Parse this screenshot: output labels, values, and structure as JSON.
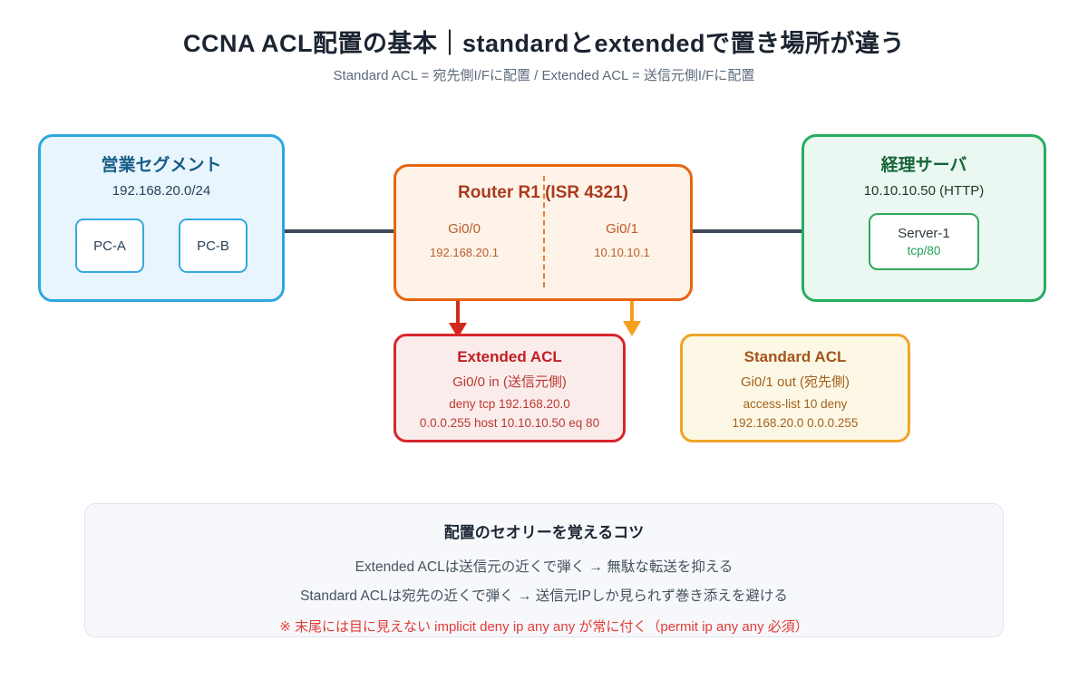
{
  "header": {
    "title": "CCNA ACL配置の基本｜standardとextendedで置き場所が違う",
    "subtitle": "Standard ACL = 宛先側I/Fに配置 / Extended ACL = 送信元側I/Fに配置"
  },
  "diagram": {
    "sales_segment": {
      "title": "営業セグメント",
      "subnet": "192.168.20.0/24",
      "pcs": [
        "PC-A",
        "PC-B"
      ]
    },
    "router": {
      "title": "Router R1 (ISR 4321)",
      "interfaces": [
        {
          "name": "Gi0/0",
          "ip": "192.168.20.1"
        },
        {
          "name": "Gi0/1",
          "ip": "10.10.10.1"
        }
      ]
    },
    "server_segment": {
      "title": "経理サーバ",
      "address": "10.10.10.50 (HTTP)",
      "server": {
        "name": "Server-1",
        "port": "tcp/80"
      }
    },
    "extended_acl": {
      "title": "Extended ACL",
      "placement": "Gi0/0 in (送信元側)",
      "rule_line1": "deny tcp 192.168.20.0",
      "rule_line2": "0.0.0.255 host 10.10.10.50 eq 80"
    },
    "standard_acl": {
      "title": "Standard ACL",
      "placement": "Gi0/1 out (宛先側)",
      "rule_line1": "access-list 10 deny",
      "rule_line2": "192.168.20.0 0.0.0.255"
    }
  },
  "tips": {
    "title": "配置のセオリーを覚えるコツ",
    "line1": "Extended ACLは送信元の近くで弾く → 無駄な転送を抑える",
    "line2": "Standard ACLは宛先の近くで弾く → 送信元IPしか見られず巻き添えを避ける",
    "note": "※ 末尾には目に見えない implicit deny ip any any が常に付く（permit ip any any 必須）"
  },
  "colors": {
    "sales_border": "#2da7e0",
    "sales_bg": "#e9f5fd",
    "router_border": "#e8650f",
    "router_bg": "#fdf3e8",
    "server_border": "#27ae60",
    "server_bg": "#eaf8f1",
    "extended_border": "#d7262c",
    "extended_bg": "#fbecec",
    "standard_border": "#efa42a",
    "standard_bg": "#fcf8e5",
    "link_line": "#3c4a59",
    "arrow_extended": "#d42a1e",
    "arrow_standard": "#f5a01c",
    "note_red": "#e23b36"
  }
}
